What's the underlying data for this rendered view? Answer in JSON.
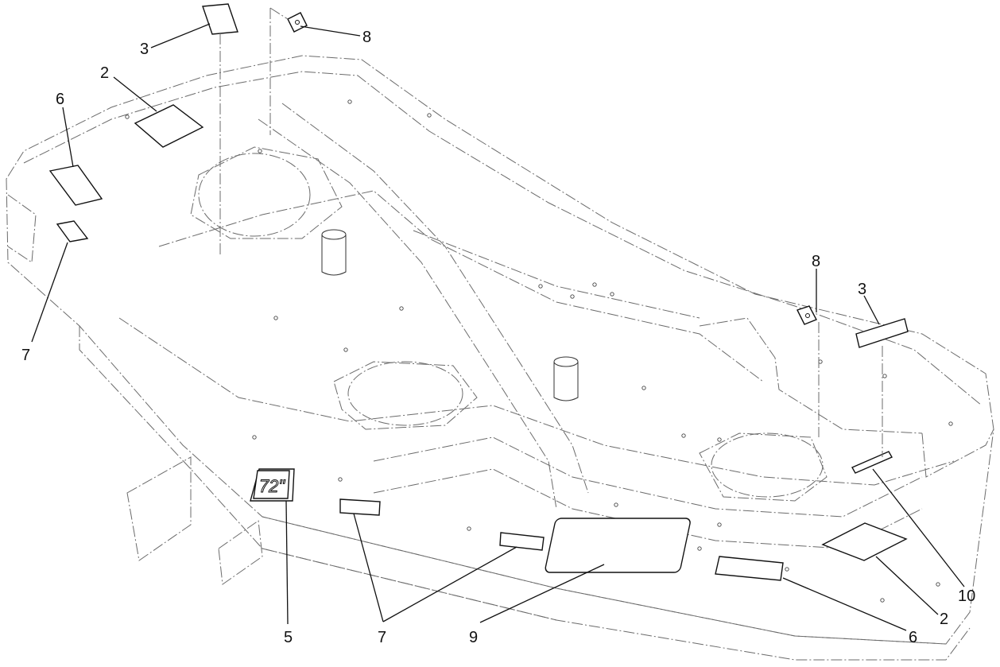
{
  "diagram": {
    "callouts": [
      {
        "id": "c3-top",
        "label": "3"
      },
      {
        "id": "c8-top",
        "label": "8"
      },
      {
        "id": "c2-top",
        "label": "2"
      },
      {
        "id": "c6-left",
        "label": "6"
      },
      {
        "id": "c7-left",
        "label": "7"
      },
      {
        "id": "c8-right",
        "label": "8"
      },
      {
        "id": "c3-right",
        "label": "3"
      },
      {
        "id": "c5",
        "label": "5"
      },
      {
        "id": "c7-bottom",
        "label": "7"
      },
      {
        "id": "c9",
        "label": "9"
      },
      {
        "id": "c6-bottom",
        "label": "6"
      },
      {
        "id": "c2-bottom",
        "label": "2"
      },
      {
        "id": "c10",
        "label": "10"
      }
    ],
    "decal_72_text": "72\""
  }
}
